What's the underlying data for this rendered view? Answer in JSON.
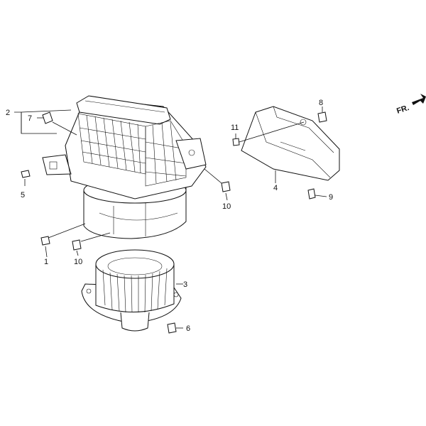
{
  "orientation_label": "FR.",
  "callouts": [
    {
      "id": "c2",
      "text": "2"
    },
    {
      "id": "c7",
      "text": "7"
    },
    {
      "id": "c5",
      "text": "5"
    },
    {
      "id": "c1",
      "text": "1"
    },
    {
      "id": "c10a",
      "text": "10"
    },
    {
      "id": "c10b",
      "text": "10"
    },
    {
      "id": "c3",
      "text": "3"
    },
    {
      "id": "c6",
      "text": "6"
    },
    {
      "id": "c11",
      "text": "11"
    },
    {
      "id": "c8",
      "text": "8"
    },
    {
      "id": "c4",
      "text": "4"
    },
    {
      "id": "c9",
      "text": "9"
    }
  ],
  "colors": {
    "ink": "#111111",
    "paper": "#ffffff"
  }
}
